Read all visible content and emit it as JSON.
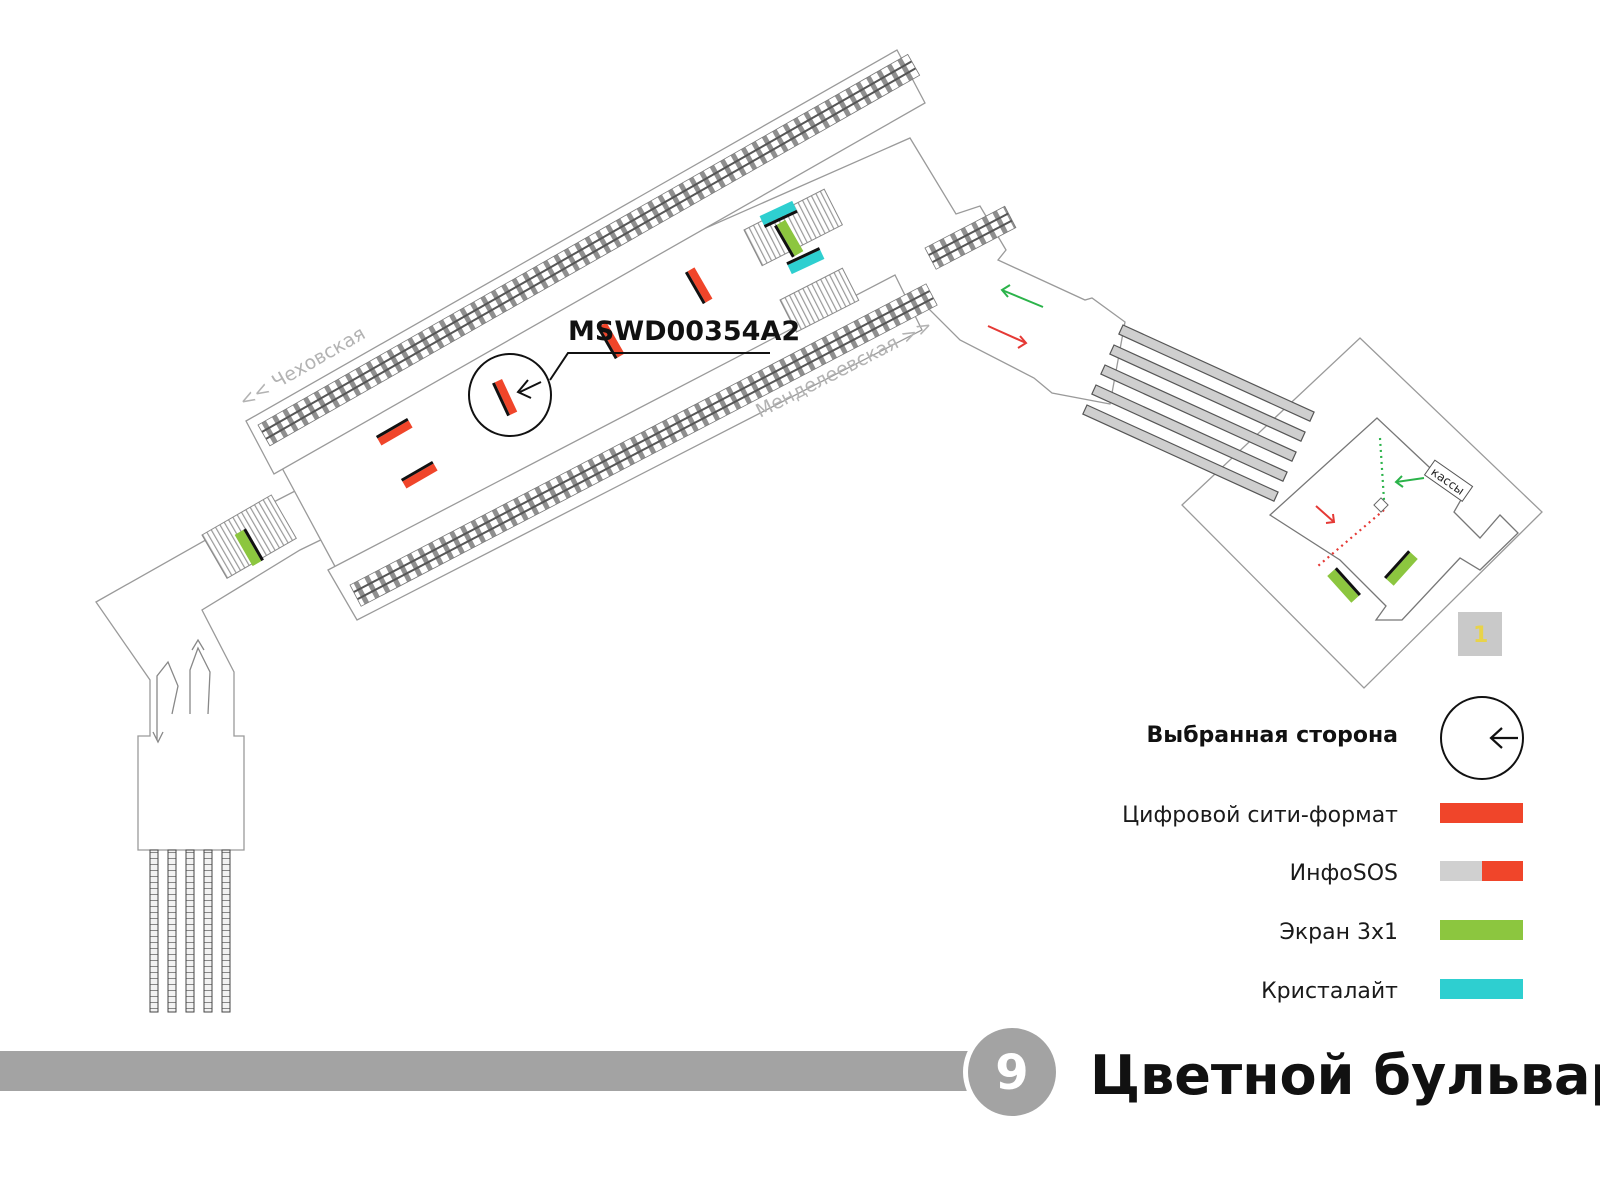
{
  "station": {
    "name": "Цветной бульвар",
    "line_number": "9",
    "line_color": "#a3a3a3"
  },
  "directions": {
    "north": "<< Чеховская",
    "south": "Менделеевская >>"
  },
  "labels": {
    "ticket_office": "кассы",
    "exit_number": "1",
    "selected_code": "MSWD00354A2"
  },
  "legend": {
    "selected_side": "Выбранная сторона",
    "items": [
      {
        "label": "Цифровой сити-формат",
        "color": "#f0452a"
      },
      {
        "label": "ИнфоSOS",
        "color": "#d0d0d0",
        "color2": "#f0452a"
      },
      {
        "label": "Экран 3х1",
        "color": "#8cc63f"
      },
      {
        "label": "Кристалайт",
        "color": "#2ecfd0"
      }
    ]
  },
  "colors": {
    "red": "#f0452a",
    "green": "#8cc63f",
    "cyan": "#2ecfd0",
    "grey": "#c8c8c8",
    "arrow_green": "#2bb34a",
    "arrow_red": "#e53935",
    "exit_badge": "#c9c9c9",
    "exit_text": "#e8d34a"
  }
}
